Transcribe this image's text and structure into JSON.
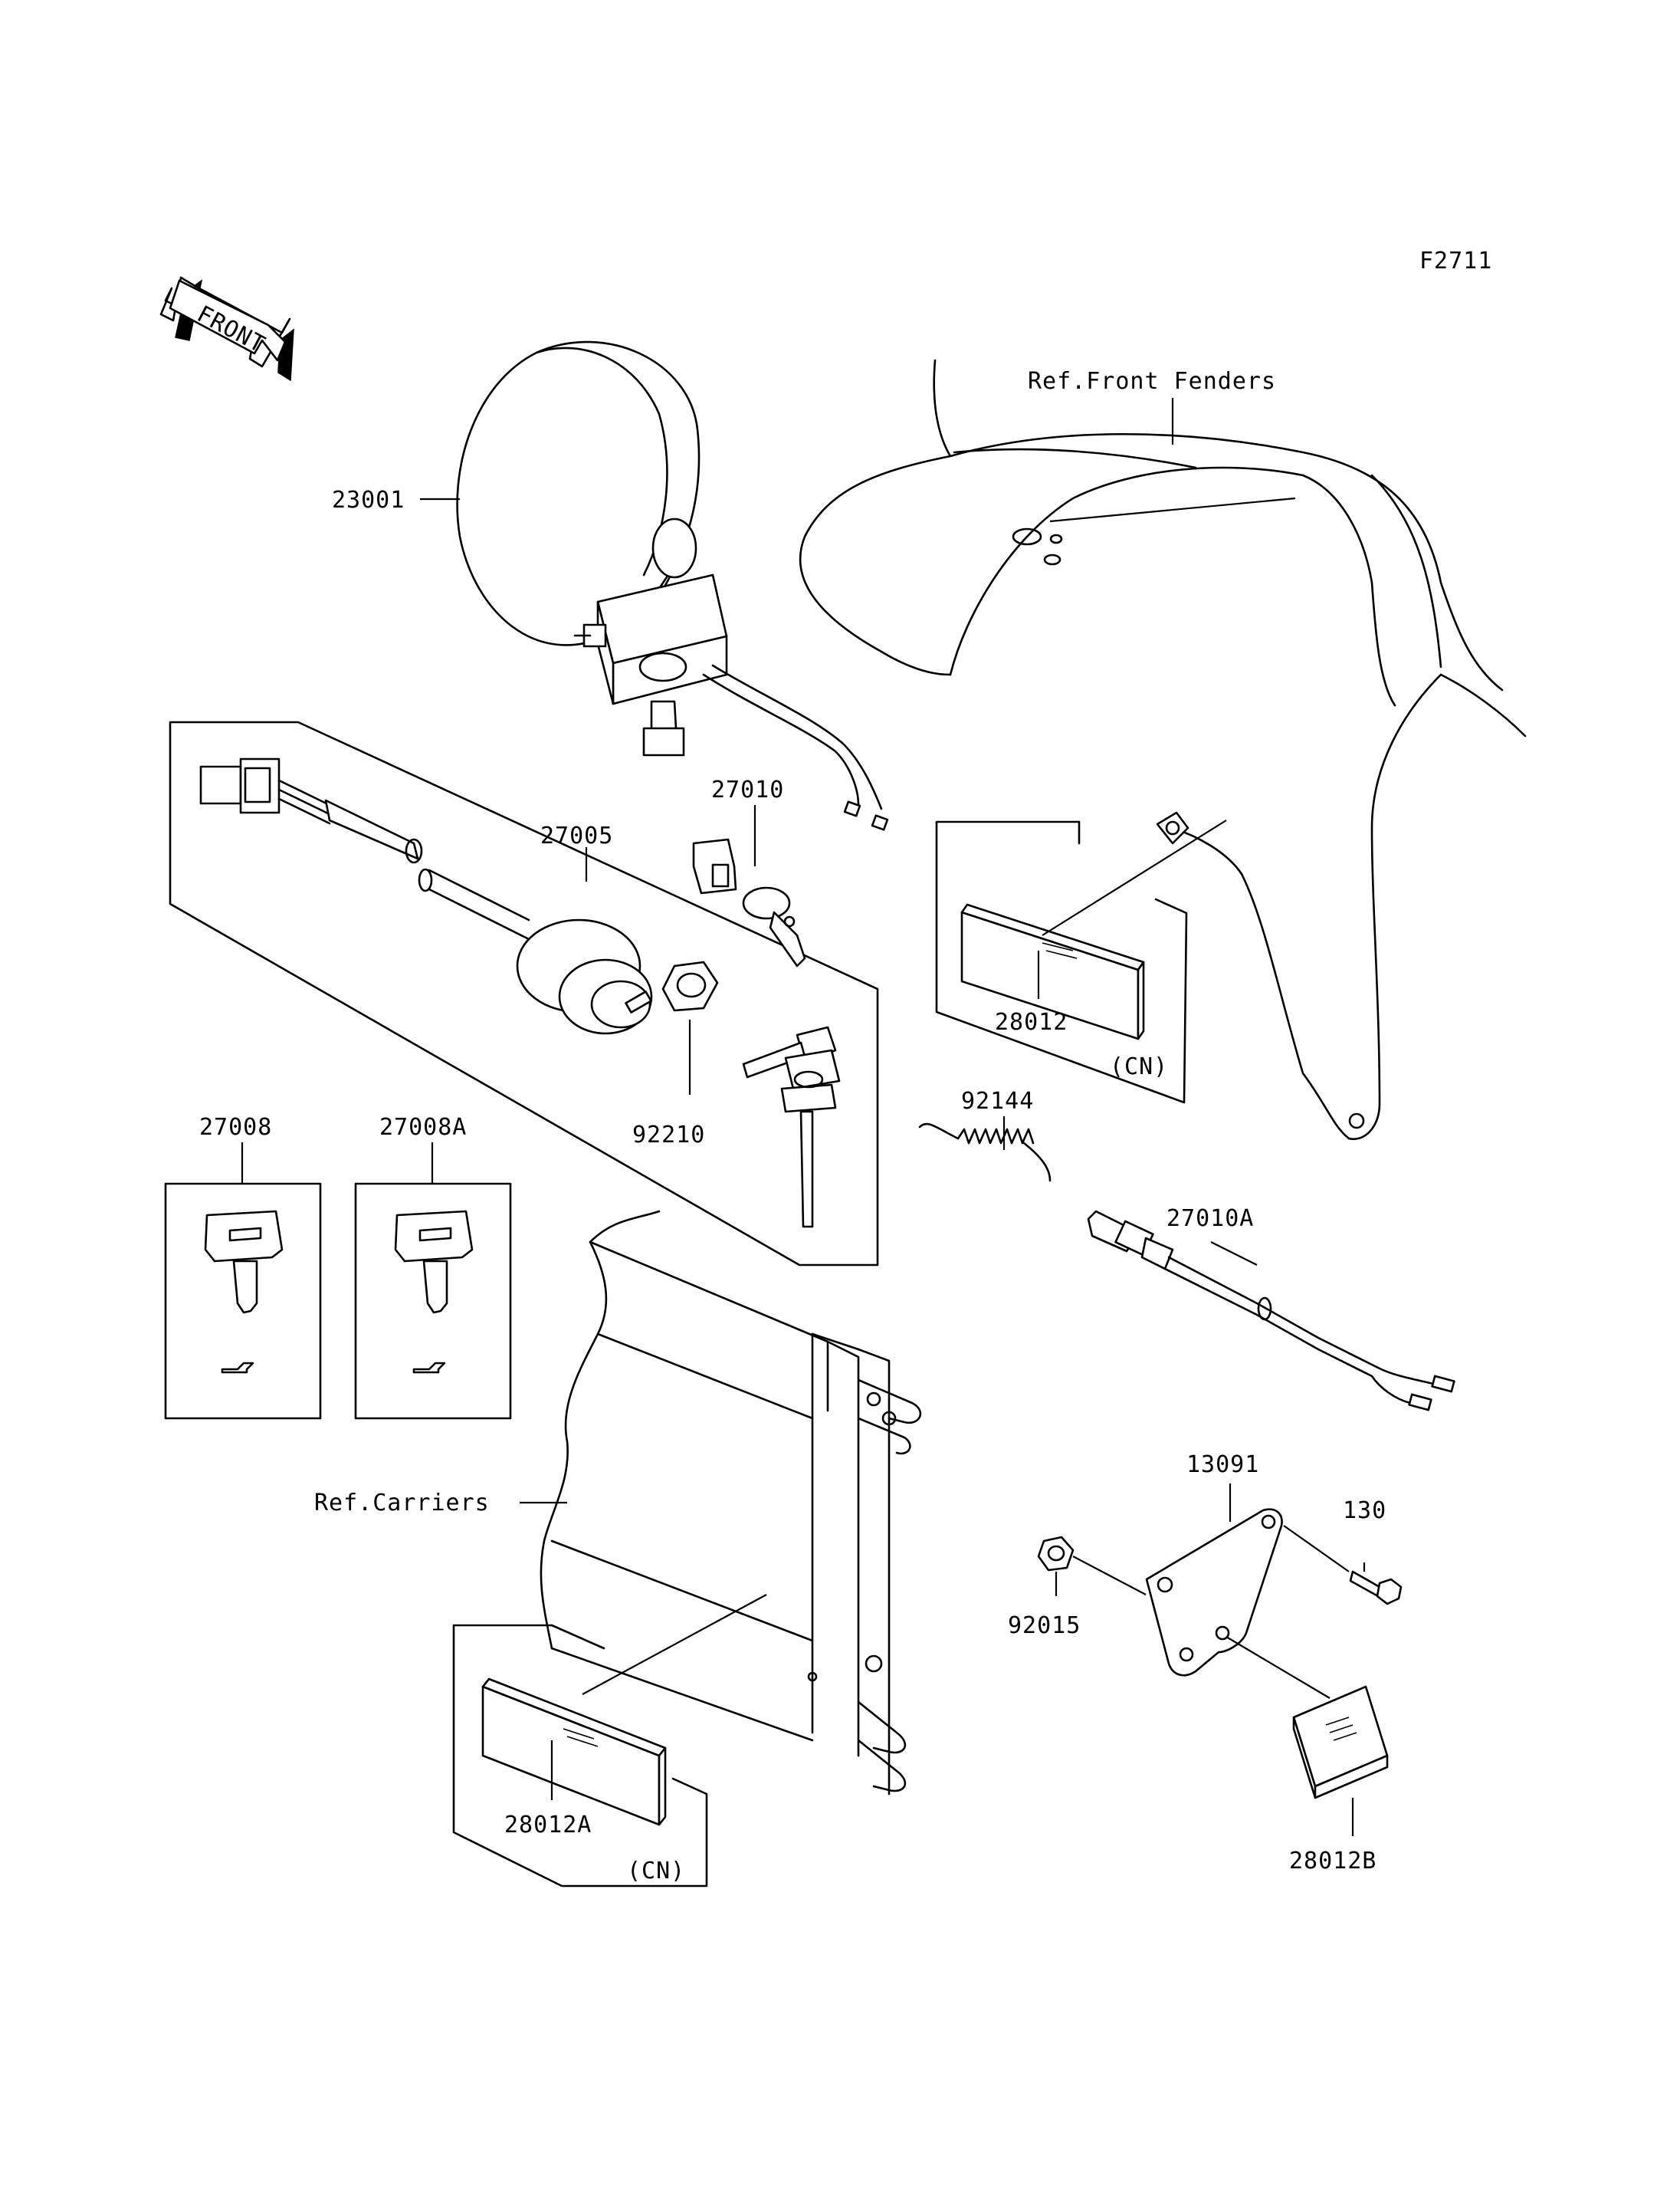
{
  "figure_code": "F2711",
  "orientation_badge": "FRONT",
  "labels": {
    "headlight": "23001",
    "front_fenders_ref": "Ref.Front Fenders",
    "ignition_switch": "27005",
    "brake_switch": "27010",
    "reflector_front": "28012",
    "reflector_front_note": "(CN)",
    "spring": "92144",
    "nut": "92210",
    "key_blank": "27008",
    "key_blank_a": "27008A",
    "brake_switch_a": "27010A",
    "carriers_ref": "Ref.Carriers",
    "bracket": "13091",
    "bolt": "130",
    "nut_flange": "92015",
    "reflector_rear_a": "28012A",
    "reflector_rear_a_note": "(CN)",
    "reflector_rear_b": "28012B"
  },
  "icons": {
    "front_arrow": "front-arrow-icon",
    "headlight": "headlight-icon",
    "switch": "switch-icon",
    "key": "key-icon",
    "reflector": "reflector-icon"
  }
}
